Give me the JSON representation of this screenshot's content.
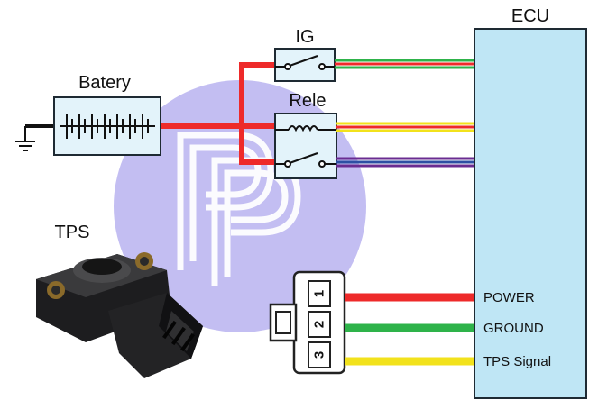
{
  "labels": {
    "ecu": "ECU",
    "ig": "IG",
    "rele": "Rele",
    "battery": "Batery",
    "tps": "TPS"
  },
  "connector_pins": [
    "1",
    "2",
    "3"
  ],
  "signals": [
    {
      "label": "POWER",
      "color": "#ee2a2a"
    },
    {
      "label": "GROUND",
      "color": "#2eb34a"
    },
    {
      "label": "TPS Signal",
      "color": "#f2e21c"
    }
  ],
  "colors": {
    "ecu_fill": "#bfe6f5",
    "module_fill": "#e3f3fa",
    "power_wire": "#ee2a2a",
    "ig_wire_green": "#2eb34a",
    "ig_wire_red": "#ee2a2a",
    "rele_wire_yellow": "#f2e21c",
    "rele_wire_red": "#ee2a2a",
    "switch_wire_purple": "#6a2c91",
    "switch_wire_blue": "#2d4fa3",
    "watermark": "#b9b3f0"
  }
}
